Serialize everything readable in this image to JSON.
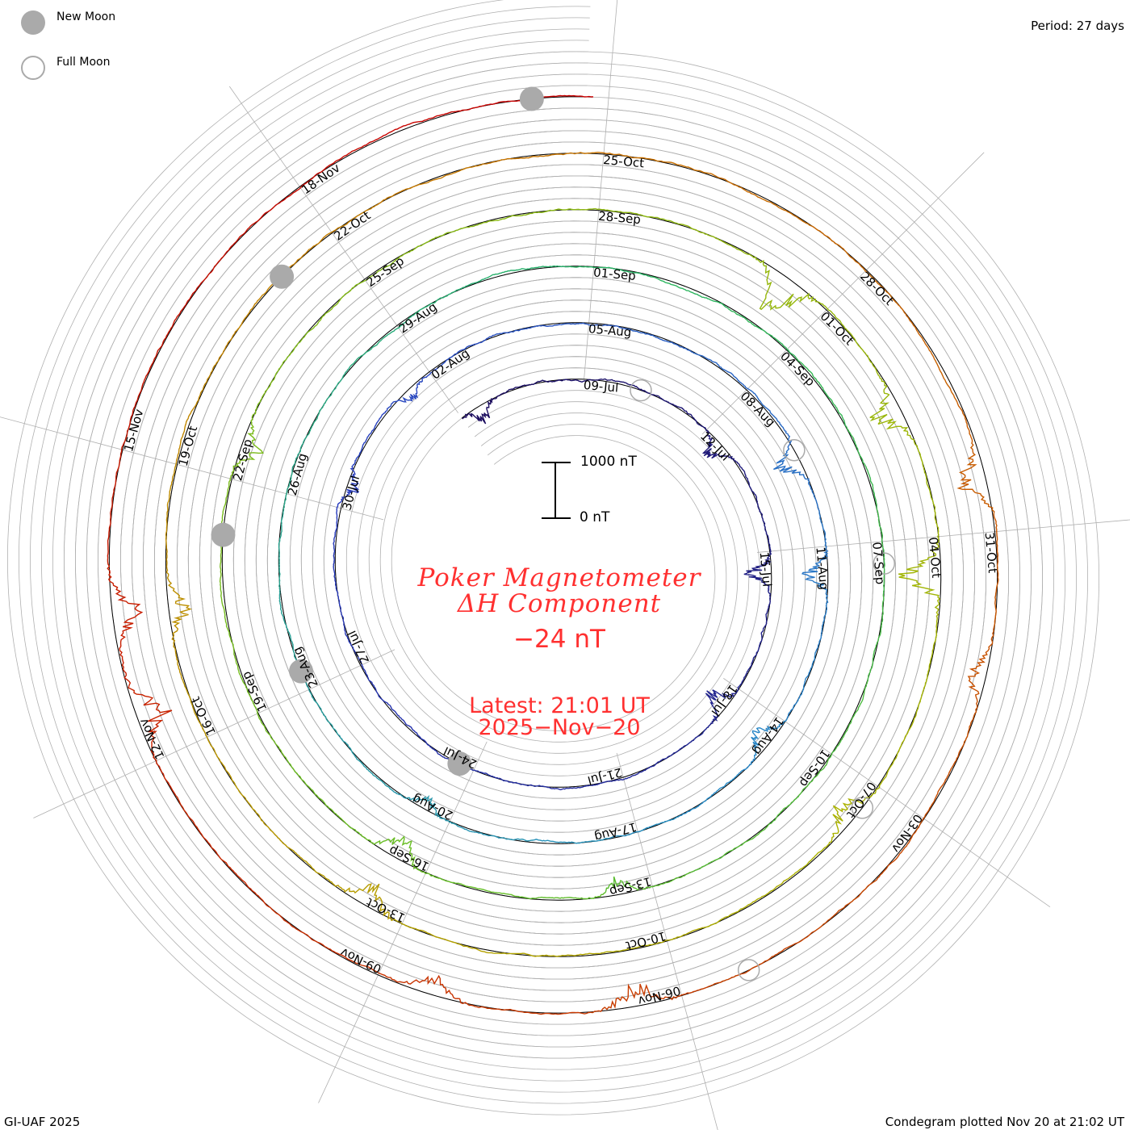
{
  "legend": {
    "new_moon": "New Moon",
    "full_moon": "Full Moon"
  },
  "period_label": "Period: 27 days",
  "footer_left": "GI-UAF 2025",
  "footer_right": "Condegram plotted Nov 20 at 21:02 UT",
  "center": {
    "title_line1": "Poker Magnetometer",
    "title_line2": "ΔH Component",
    "current_value": "−24 nT",
    "latest_line1": "Latest: 21:01 UT",
    "latest_line2": "2025−Nov−20"
  },
  "scale_bar": {
    "top_label": "1000 nT",
    "bottom_label": "0 nT",
    "top_value": 1000,
    "bottom_value": 0
  },
  "chart_data": {
    "type": "spiral-line",
    "title": "Poker Magnetometer ΔH Component",
    "units": "nT",
    "period_days": 27,
    "start_date": "2025-07-06",
    "end_date": "2025-11-20",
    "date_labels": [
      "09-Jul",
      "12-Jul",
      "15-Jul",
      "18-Jul",
      "21-Jul",
      "24-Jul",
      "27-Jul",
      "30-Jul",
      "02-Aug",
      "05-Aug",
      "08-Aug",
      "11-Aug",
      "14-Aug",
      "17-Aug",
      "20-Aug",
      "23-Aug",
      "26-Aug",
      "29-Aug",
      "01-Sep",
      "04-Sep",
      "07-Sep",
      "10-Sep",
      "13-Sep",
      "16-Sep",
      "19-Sep",
      "22-Sep",
      "25-Sep",
      "28-Sep",
      "01-Oct",
      "04-Oct",
      "07-Oct",
      "10-Oct",
      "13-Oct",
      "16-Oct",
      "19-Oct",
      "22-Oct",
      "25-Oct",
      "28-Oct",
      "31-Oct",
      "03-Nov",
      "06-Nov",
      "09-Nov",
      "12-Nov",
      "15-Nov",
      "18-Nov"
    ],
    "new_moons": [
      "2025-07-24",
      "2025-08-23",
      "2025-09-21",
      "2025-10-21",
      "2025-11-20"
    ],
    "full_moons": [
      "2025-07-10",
      "2025-08-09",
      "2025-09-07",
      "2025-10-07",
      "2025-11-05"
    ],
    "disturbances": [
      {
        "date": "2025-07-06",
        "peak_nT": -300
      },
      {
        "date": "2025-07-12",
        "peak_nT": -350
      },
      {
        "date": "2025-07-15",
        "peak_nT": -450
      },
      {
        "date": "2025-07-18",
        "peak_nT": -400
      },
      {
        "date": "2025-07-30",
        "peak_nT": -250
      },
      {
        "date": "2025-08-01",
        "peak_nT": -200
      },
      {
        "date": "2025-08-09",
        "peak_nT": -450
      },
      {
        "date": "2025-08-11",
        "peak_nT": -400
      },
      {
        "date": "2025-08-14",
        "peak_nT": -350
      },
      {
        "date": "2025-08-20",
        "peak_nT": -200
      },
      {
        "date": "2025-09-13",
        "peak_nT": -250
      },
      {
        "date": "2025-09-16",
        "peak_nT": -400
      },
      {
        "date": "2025-09-22",
        "peak_nT": -350
      },
      {
        "date": "2025-09-30",
        "peak_nT": -700
      },
      {
        "date": "2025-10-02",
        "peak_nT": -500
      },
      {
        "date": "2025-10-04",
        "peak_nT": -600
      },
      {
        "date": "2025-10-07",
        "peak_nT": -350
      },
      {
        "date": "2025-10-13",
        "peak_nT": -400
      },
      {
        "date": "2025-10-17",
        "peak_nT": -300
      },
      {
        "date": "2025-10-30",
        "peak_nT": -400
      },
      {
        "date": "2025-11-01",
        "peak_nT": -300
      },
      {
        "date": "2025-11-06",
        "peak_nT": -350
      },
      {
        "date": "2025-11-08",
        "peak_nT": -300
      },
      {
        "date": "2025-11-12",
        "peak_nT": -500
      },
      {
        "date": "2025-11-13",
        "peak_nT": -450
      }
    ]
  },
  "colors": {
    "trace_start": "#1a0a5a",
    "trace_end": "#c00000",
    "ring": "#b0b0b0",
    "moon": "#aaaaaa",
    "text_red": "#ff3030"
  }
}
